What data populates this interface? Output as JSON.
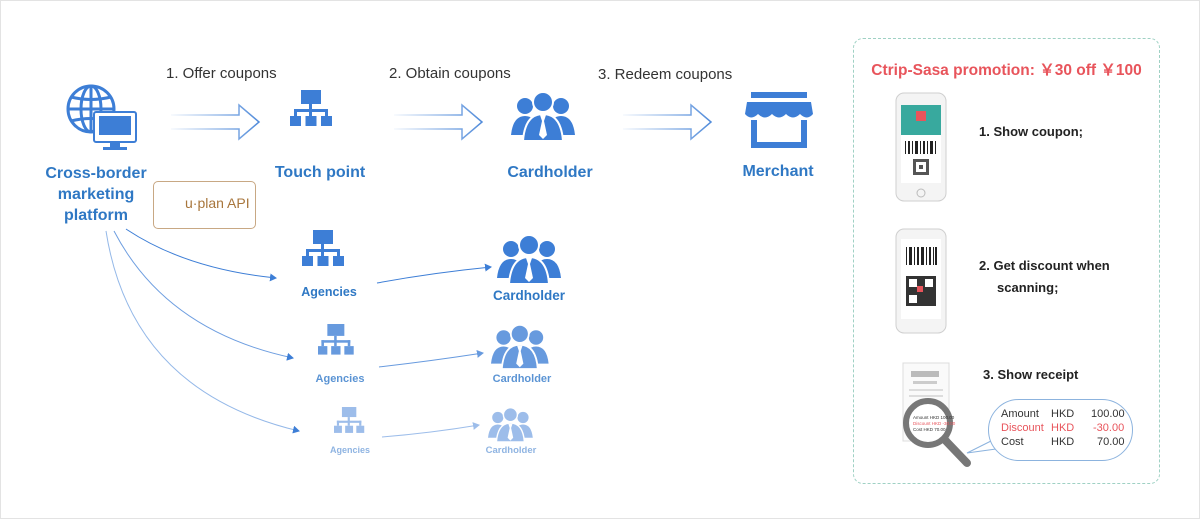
{
  "steps": {
    "offer": "1. Offer coupons",
    "obtain": "2. Obtain coupons",
    "redeem": "3. Redeem coupons"
  },
  "nodes": {
    "platform": [
      "Cross-border",
      "marketing",
      "platform"
    ],
    "touch_point": "Touch point",
    "cardholder": "Cardholder",
    "merchant": "Merchant"
  },
  "api_badge": "u·plan API",
  "agency_rows": [
    {
      "agency": "Agencies",
      "cardholder": "Cardholder"
    },
    {
      "agency": "Agencies",
      "cardholder": "Cardholder"
    },
    {
      "agency": "Agencies",
      "cardholder": "Cardholder"
    }
  ],
  "promotion": {
    "title": "Ctrip-Sasa promotion: ￥30 off ￥100",
    "step1": "1. Show coupon;",
    "step2_line1": "2. Get discount when",
    "step2_line2": "scanning;",
    "step3": "3. Show receipt",
    "receipt": [
      {
        "label": "Amount",
        "currency": "HKD",
        "value": "100.00"
      },
      {
        "label": "Discount",
        "currency": "HKD",
        "value": "-30.00"
      },
      {
        "label": "Cost",
        "currency": "HKD",
        "value": "70.00"
      }
    ]
  },
  "colors": {
    "primary_blue": "#2f78c4",
    "icon_blue": "#3d7ed6",
    "promo_red": "#e8545b",
    "api_brown": "#a8763c",
    "dashed_border": "#9fd1c4"
  }
}
